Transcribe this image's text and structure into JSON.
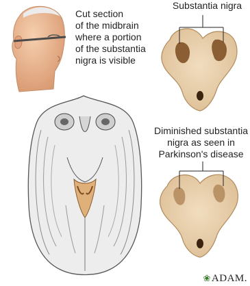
{
  "texts": {
    "cut_caption": "Cut section\nof the midbrain\nwhere a portion\nof the substantia\nnigra is visible",
    "sn_title": "Substantia nigra",
    "dim_caption": "Diminished substantia\nnigra as seen in\nParkinson's disease",
    "logo": "ADAM."
  },
  "colors": {
    "tissue": "#ead2b0",
    "tissue_edge": "#b08a5c",
    "nigra_normal": "#7a4a1e",
    "nigra_diminished": "#a67a4c",
    "brain_gray": "#9a9a9a",
    "skin": "#e9b48f"
  }
}
